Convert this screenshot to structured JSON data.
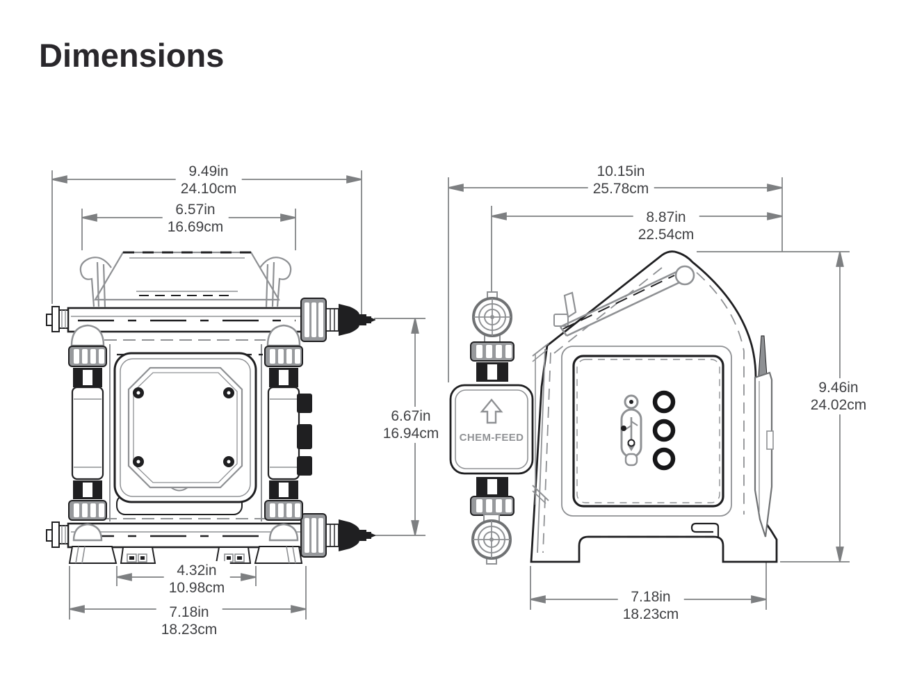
{
  "page": {
    "title": "Dimensions"
  },
  "colors": {
    "background": "#ffffff",
    "title_text": "#29272b",
    "dimension_line": "#7d7f81",
    "dimension_text": "#3f4043",
    "drawing_black": "#1f1f21",
    "drawing_gray": "#8e9093",
    "nut_gray": "#97999c"
  },
  "icons": {
    "up_arrow": "hollow-up-arrow-outline",
    "usb": "usb-trident-glyph",
    "valve_knob": "concentric-circle-knob",
    "port_ring": "black-ring"
  },
  "views": {
    "front": {
      "name": "pump front view",
      "dims": {
        "overall_width": {
          "in": "9.49in",
          "cm": "24.10cm"
        },
        "motor_width": {
          "in": "6.57in",
          "cm": "16.69cm"
        },
        "port_height": {
          "in": "6.67in",
          "cm": "16.94cm"
        },
        "foot_spacing": {
          "in": "4.32in",
          "cm": "10.98cm"
        },
        "base_width": {
          "in": "7.18in",
          "cm": "18.23cm"
        }
      }
    },
    "side": {
      "name": "pump side view",
      "pump_head_label": "CHEM-FEED",
      "dims": {
        "overall_depth": {
          "in": "10.15in",
          "cm": "25.78cm"
        },
        "body_depth": {
          "in": "8.87in",
          "cm": "22.54cm"
        },
        "overall_height": {
          "in": "9.46in",
          "cm": "24.02cm"
        },
        "base_depth": {
          "in": "7.18in",
          "cm": "18.23cm"
        }
      }
    }
  }
}
